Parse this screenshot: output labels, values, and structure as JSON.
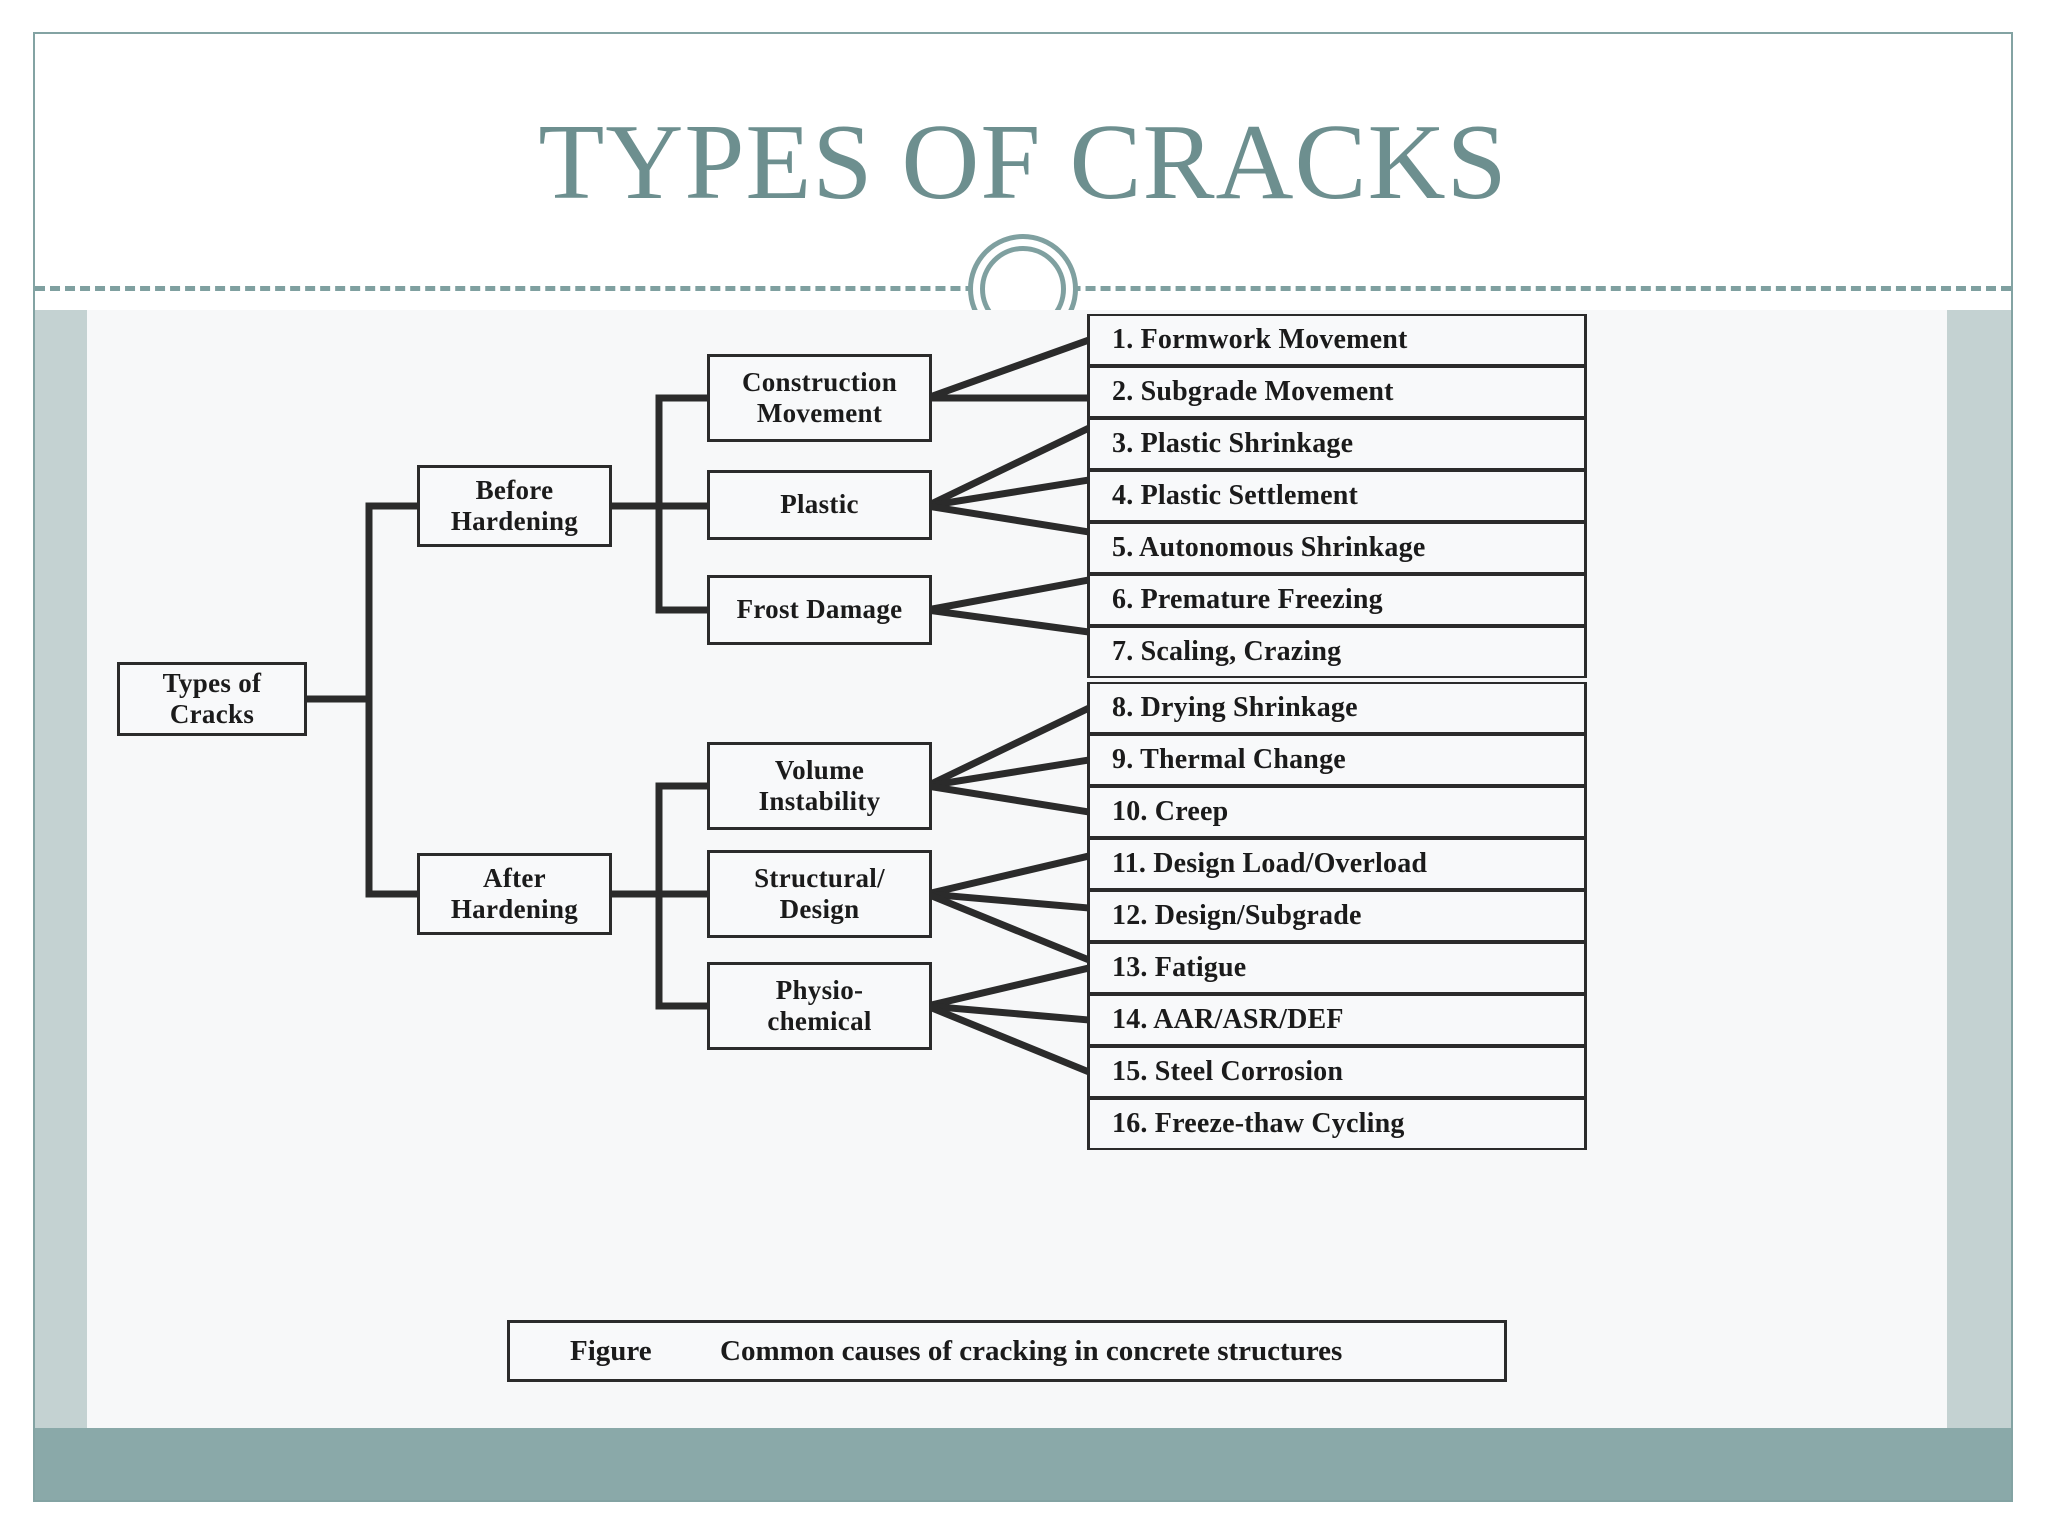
{
  "slide": {
    "title": "TYPES OF CRACKS",
    "accent_color": "#6d8f8f",
    "band_color": "#c4d2d2",
    "bottom_band_color": "#8aa9a9"
  },
  "diagram": {
    "root": {
      "label": "Types of\nCracks"
    },
    "branches": [
      {
        "label": "Before\nHardening",
        "categories": [
          {
            "label": "Construction\nMovement",
            "causes": [
              "1. Formwork Movement",
              "2. Subgrade Movement"
            ]
          },
          {
            "label": "Plastic",
            "causes": [
              "3. Plastic Shrinkage",
              "4. Plastic Settlement",
              "5. Autonomous Shrinkage"
            ]
          },
          {
            "label": "Frost Damage",
            "causes": [
              "6. Premature Freezing",
              "7. Scaling, Crazing"
            ]
          }
        ]
      },
      {
        "label": "After\nHardening",
        "categories": [
          {
            "label": "Volume\nInstability",
            "causes": [
              "8. Drying Shrinkage",
              "9. Thermal Change",
              "10. Creep"
            ]
          },
          {
            "label": "Structural/\nDesign",
            "causes": [
              "11. Design Load/Overload",
              "12. Design/Subgrade",
              "13. Fatigue"
            ]
          },
          {
            "label": "Physio-\nchemical",
            "causes": [
              "14. AAR/ASR/DEF",
              "15. Steel Corrosion",
              "16. Freeze-thaw Cycling"
            ]
          }
        ]
      }
    ],
    "causes_top": [
      "1. Formwork Movement",
      "2. Subgrade Movement",
      "3. Plastic Shrinkage",
      "4. Plastic Settlement",
      "5. Autonomous Shrinkage",
      "6. Premature Freezing",
      "7. Scaling, Crazing"
    ],
    "causes_bottom": [
      "8. Drying Shrinkage",
      "9. Thermal Change",
      "10. Creep",
      "11. Design Load/Overload",
      "12. Design/Subgrade",
      "13. Fatigue",
      "14. AAR/ASR/DEF",
      "15. Steel Corrosion",
      "16. Freeze-thaw Cycling"
    ],
    "mid_top": [
      "Construction\nMovement",
      "Plastic",
      "Frost Damage"
    ],
    "mid_bottom": [
      "Volume\nInstability",
      "Structural/\nDesign",
      "Physio-\nchemical"
    ],
    "level1": [
      "Before\nHardening",
      "After\nHardening"
    ],
    "root_label": "Types of\nCracks",
    "caption": {
      "label": "Figure",
      "text": "Common causes of cracking in concrete structures"
    }
  }
}
